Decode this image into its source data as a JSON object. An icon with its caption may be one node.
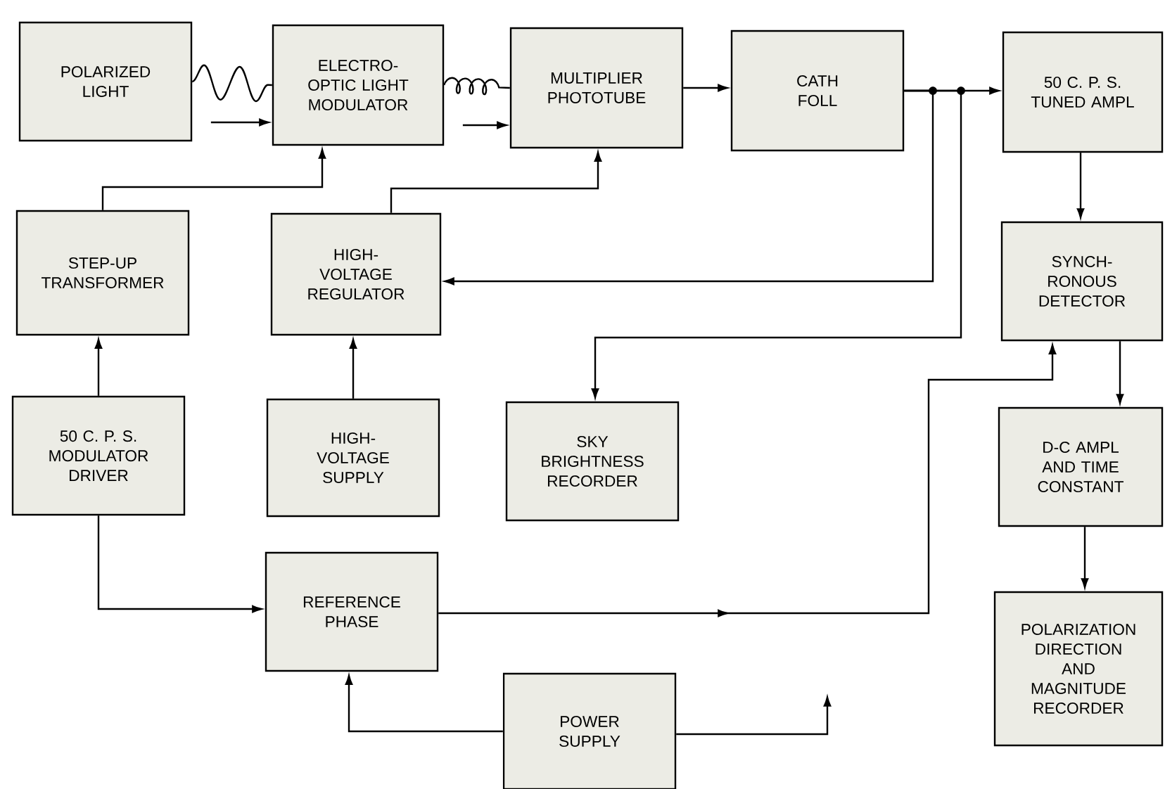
{
  "diagram": {
    "nodes": [
      {
        "text": [
          "POLARIZED LIGHT"
        ]
      },
      {
        "text": [
          "ELECTRO- OPTIC LIGHT MODULATOR"
        ]
      },
      {
        "text": [
          "MULTIPLIER PHOTOTUBE"
        ]
      },
      {
        "text": [
          "CATH FOLL"
        ]
      },
      {
        "text": [
          "50 C. P. S. TUNED AMPL"
        ]
      },
      {
        "text": [
          "STEP-UP TRANSFORMER"
        ]
      },
      {
        "text": [
          "HIGH- VOLTAGE REGULATOR"
        ]
      },
      {
        "text": [
          "SYNCH- RONOUS DETECTOR"
        ]
      },
      {
        "text": [
          "50 C. P. S. MODULATOR DRIVER"
        ]
      },
      {
        "text": [
          "HIGH- VOLTAGE SUPPLY"
        ]
      },
      {
        "text": [
          "SKY BRIGHTNESS RECORDER"
        ]
      },
      {
        "text": [
          "D-C AMPL AND TIME CONSTANT"
        ]
      },
      {
        "text": [
          "REFERENCE PHASE"
        ]
      },
      {
        "text": [
          "POWER SUPPLY"
        ]
      },
      {
        "text": [
          "POLARIZATION DIRECTION AND MAGNITUDE RECORDER"
        ]
      }
    ],
    "edges": [
      {
        "from": 0,
        "to": 1,
        "arrow": "to"
      },
      {
        "from": 1,
        "to": 2,
        "arrow": "to"
      },
      {
        "from": 2,
        "to": 3,
        "arrow": "to"
      },
      {
        "from": 3,
        "to": 4,
        "arrow": "to"
      },
      {
        "from": 3,
        "to": 6,
        "arrow": "to"
      },
      {
        "from": 3,
        "to": 10,
        "arrow": "to"
      },
      {
        "from": 4,
        "to": 7,
        "arrow": "to"
      },
      {
        "from": 7,
        "to": 11,
        "arrow": "to"
      },
      {
        "from": 11,
        "to": 14,
        "arrow": "to"
      },
      {
        "from": 5,
        "to": 1,
        "arrow": "to"
      },
      {
        "from": 6,
        "to": 2,
        "arrow": "to"
      },
      {
        "from": 8,
        "to": 5,
        "arrow": "to"
      },
      {
        "from": 9,
        "to": 6,
        "arrow": "to"
      },
      {
        "from": 8,
        "to": 12,
        "arrow": "to"
      },
      {
        "from": 12,
        "to": 7,
        "arrow": "to"
      },
      {
        "from": 13,
        "to": 12,
        "arrow": "to"
      },
      {
        "from": 13,
        "to": null,
        "arrow": "to"
      }
    ]
  }
}
